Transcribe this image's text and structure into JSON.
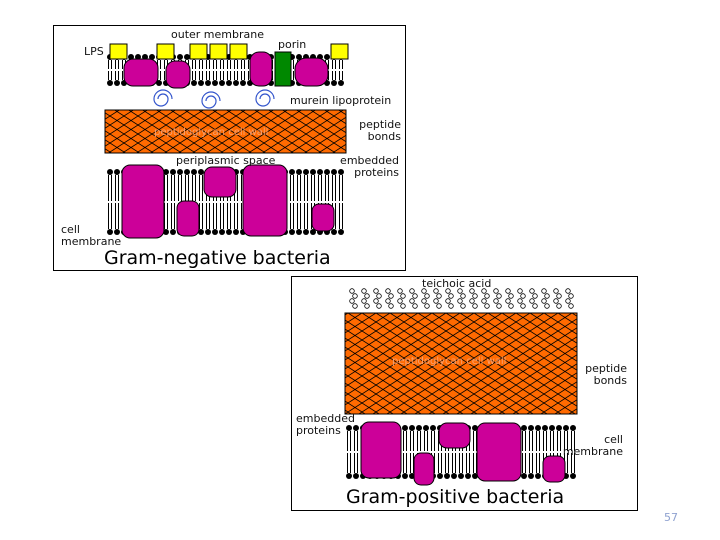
{
  "gram_negative": {
    "title": "Gram-negative bacteria",
    "labels": {
      "outer_membrane": "outer membrane",
      "lps": "LPS",
      "porin": "porin",
      "murein_lipoprotein": "murein lipoprotein",
      "peptidoglycan_wall": "peptidoglycan cell wall",
      "peptide_bonds_1": "peptide",
      "peptide_bonds_2": "bonds",
      "periplasmic_space": "periplasmic space",
      "embedded_proteins_1": "embedded",
      "embedded_proteins_2": "proteins",
      "cell_membrane_1": "cell",
      "cell_membrane_2": "membrane"
    }
  },
  "gram_positive": {
    "title": "Gram-positive bacteria",
    "labels": {
      "teichoic_acid": "teichoic acid",
      "peptidoglycan_wall": "peptidoglycan cell wall",
      "peptide_bonds_1": "peptide",
      "peptide_bonds_2": "bonds",
      "embedded_proteins_1": "embedded",
      "embedded_proteins_2": "proteins",
      "cell_membrane_1": "cell",
      "cell_membrane_2": "membrane"
    }
  },
  "colors": {
    "protein": "#cc0099",
    "lps": "#ffff00",
    "porin": "#008800",
    "peptidoglycan": "#ff6a00",
    "murein": "#3355cc"
  },
  "page_number": "57"
}
